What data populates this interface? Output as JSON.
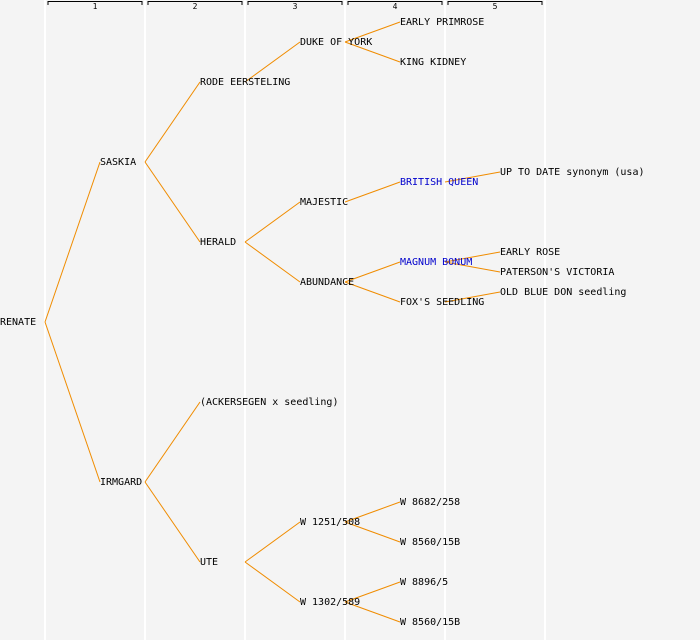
{
  "columns": [
    "1",
    "2",
    "3",
    "4",
    "5"
  ],
  "colors": {
    "edge": "#f08c00",
    "highlight_text": "#0000cc",
    "text": "#000000",
    "background": "#f4f4f4"
  },
  "tree": {
    "name": "RENATE",
    "children": [
      {
        "name": "SASKIA",
        "children": [
          {
            "name": "RODE EERSTELING",
            "children": [
              {
                "name": "DUKE OF YORK",
                "children": [
                  {
                    "name": "EARLY PRIMROSE"
                  },
                  {
                    "name": "KING KIDNEY"
                  }
                ]
              }
            ]
          },
          {
            "name": "HERALD",
            "children": [
              {
                "name": "MAJESTIC",
                "children": [
                  {
                    "name": "BRITISH QUEEN",
                    "highlight": true,
                    "children": [
                      {
                        "name": "UP TO DATE synonym (usa)"
                      }
                    ]
                  }
                ]
              },
              {
                "name": "ABUNDANCE",
                "children": [
                  {
                    "name": "MAGNUM BONUM",
                    "highlight": true,
                    "children": [
                      {
                        "name": "EARLY ROSE"
                      },
                      {
                        "name": "PATERSON'S VICTORIA"
                      }
                    ]
                  },
                  {
                    "name": "FOX'S SEEDLING",
                    "children": [
                      {
                        "name": "OLD BLUE DON seedling"
                      }
                    ]
                  }
                ]
              }
            ]
          }
        ]
      },
      {
        "name": "IRMGARD",
        "children": [
          {
            "name": "(ACKERSEGEN x seedling)"
          },
          {
            "name": "UTE",
            "children": [
              {
                "name": "W 1251/508",
                "children": [
                  {
                    "name": "W 8682/258"
                  },
                  {
                    "name": "W 8560/15B"
                  }
                ]
              },
              {
                "name": "W 1302/589",
                "children": [
                  {
                    "name": "W 8896/5"
                  },
                  {
                    "name": "W 8560/15B"
                  }
                ]
              }
            ]
          }
        ]
      }
    ]
  }
}
